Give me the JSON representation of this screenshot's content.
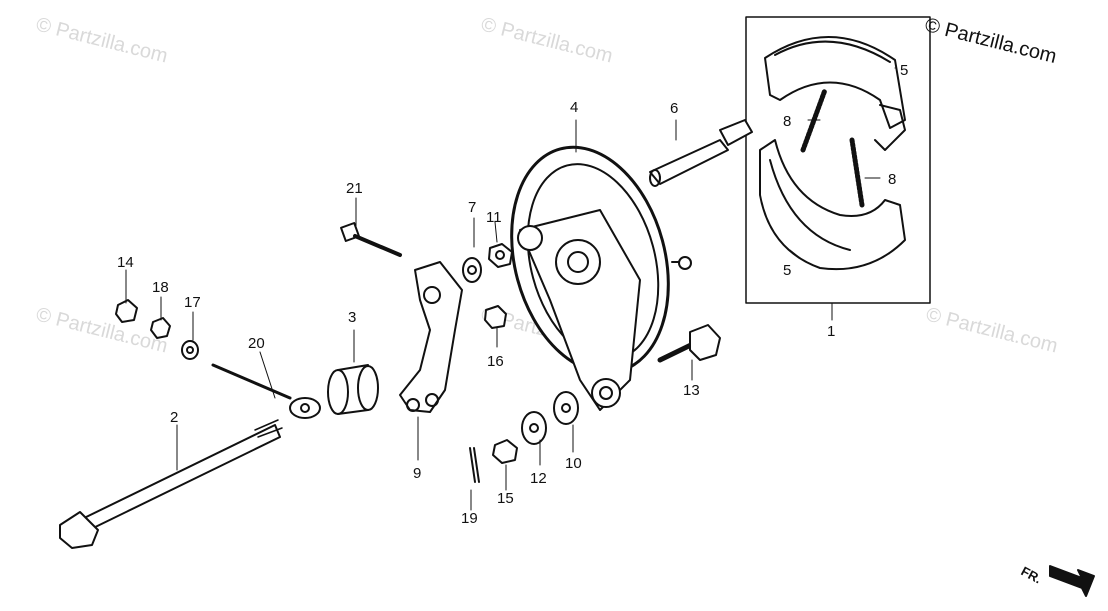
{
  "copyright": "© Partzilla.com",
  "watermark": "© Partzilla.com",
  "direction_label": "FR.",
  "callouts": {
    "c1": "1",
    "c2": "2",
    "c3": "3",
    "c4": "4",
    "c5a": "5",
    "c5b": "5",
    "c6": "6",
    "c7": "7",
    "c8a": "8",
    "c8b": "8",
    "c9": "9",
    "c10": "10",
    "c11": "11",
    "c12": "12",
    "c13": "13",
    "c14": "14",
    "c15": "15",
    "c16": "16",
    "c17": "17",
    "c18": "18",
    "c19": "19",
    "c20": "20",
    "c21": "21"
  }
}
